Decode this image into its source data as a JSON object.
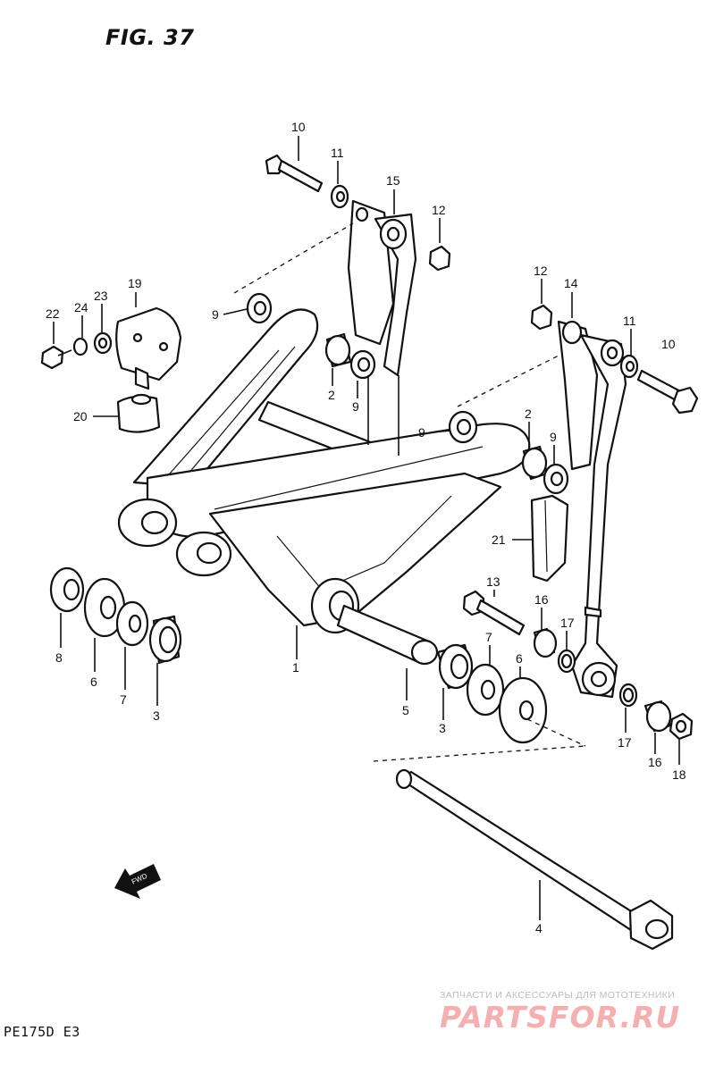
{
  "figure": {
    "title": "FIG. 37",
    "model_code": "PE175D E3",
    "fwd_label": "FWD"
  },
  "watermark": {
    "line1": "ЗАПЧАСТИ И АКСЕССУАРЫ ДЛЯ МОТОТЕХНИКИ",
    "logo_text": "PARTSFOR.RU",
    "logo_color": "#f4b0b0"
  },
  "callouts": [
    {
      "id": "c10a",
      "text": "10"
    },
    {
      "id": "c11a",
      "text": "11"
    },
    {
      "id": "c15",
      "text": "15"
    },
    {
      "id": "c12a",
      "text": "12"
    },
    {
      "id": "c19",
      "text": "19"
    },
    {
      "id": "c22",
      "text": "22"
    },
    {
      "id": "c24",
      "text": "24"
    },
    {
      "id": "c23",
      "text": "23"
    },
    {
      "id": "c9a",
      "text": "9"
    },
    {
      "id": "c2a",
      "text": "2"
    },
    {
      "id": "c9b",
      "text": "9"
    },
    {
      "id": "c20",
      "text": "20"
    },
    {
      "id": "c12b",
      "text": "12"
    },
    {
      "id": "c14",
      "text": "14"
    },
    {
      "id": "c11b",
      "text": "11"
    },
    {
      "id": "c10b",
      "text": "10"
    },
    {
      "id": "c9c",
      "text": "9"
    },
    {
      "id": "c2b",
      "text": "2"
    },
    {
      "id": "c9d",
      "text": "9"
    },
    {
      "id": "c21",
      "text": "21"
    },
    {
      "id": "c8",
      "text": "8"
    },
    {
      "id": "c6a",
      "text": "6"
    },
    {
      "id": "c7a",
      "text": "7"
    },
    {
      "id": "c3a",
      "text": "3"
    },
    {
      "id": "c1",
      "text": "1"
    },
    {
      "id": "c13",
      "text": "13"
    },
    {
      "id": "c16a",
      "text": "16"
    },
    {
      "id": "c17a",
      "text": "17"
    },
    {
      "id": "c7b",
      "text": "7"
    },
    {
      "id": "c6b",
      "text": "6"
    },
    {
      "id": "c5",
      "text": "5"
    },
    {
      "id": "c3b",
      "text": "3"
    },
    {
      "id": "c17b",
      "text": "17"
    },
    {
      "id": "c16b",
      "text": "16"
    },
    {
      "id": "c18",
      "text": "18"
    },
    {
      "id": "c4",
      "text": "4"
    }
  ]
}
